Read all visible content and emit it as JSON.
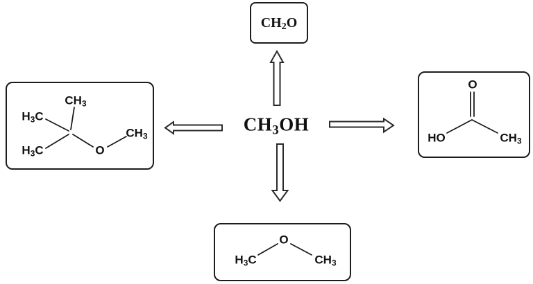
{
  "colors": {
    "ink": "#1c1c1c",
    "background": "#ffffff"
  },
  "center": {
    "formula": [
      "CH",
      {
        "sub": "3"
      },
      "OH"
    ]
  },
  "formaldehyde_box": {
    "formula": [
      "CH",
      {
        "sub": "2"
      },
      "O"
    ]
  },
  "mtbe_box": {
    "ch3_top": [
      "CH",
      {
        "sub": "3"
      }
    ],
    "h3c_upper": [
      "H",
      {
        "sub": "3"
      },
      "C"
    ],
    "h3c_lower": [
      "H",
      {
        "sub": "3"
      },
      "C"
    ],
    "o": [
      "O"
    ],
    "ch3_right": [
      "CH",
      {
        "sub": "3"
      }
    ]
  },
  "acetic_acid_box": {
    "o_top": [
      "O"
    ],
    "ho": [
      "HO"
    ],
    "ch3": [
      "CH",
      {
        "sub": "3"
      }
    ]
  },
  "dimethyl_ether_box": {
    "h3c": [
      "H",
      {
        "sub": "3"
      },
      "C"
    ],
    "o": [
      "O"
    ],
    "ch3": [
      "CH",
      {
        "sub": "3"
      }
    ]
  }
}
